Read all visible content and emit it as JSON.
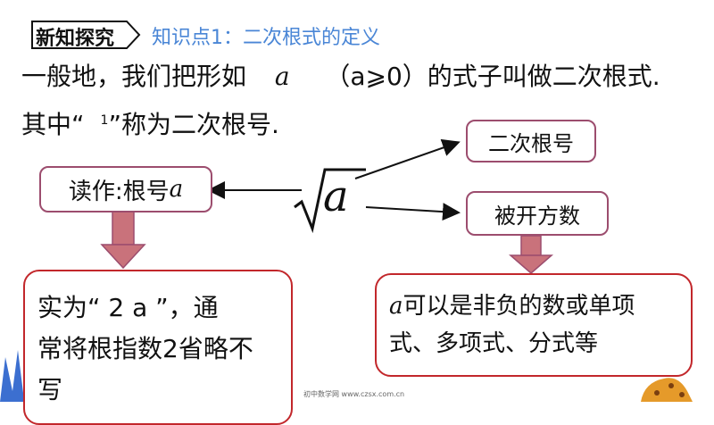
{
  "header": {
    "tag": "新知探究",
    "topic": "知识点1：二次根式的定义"
  },
  "definition": {
    "line1_prefix": "一般地，我们把形如",
    "line1_var": "a",
    "line1_cond": "（a⩾0）的式子叫做二次根式.",
    "line2_prefix": "其中“",
    "line2_gap_mark": "1",
    "line2_suffix": "”称为二次根号."
  },
  "diagram": {
    "center_symbol": "a",
    "right_top_box": "二次根号",
    "right_bottom_box": "被开方数",
    "left_box_prefix": "读作:根号",
    "left_box_var": "a"
  },
  "notes": {
    "left_line1": "实为“  2 a ”，通",
    "left_line2": "常将根指数2省略不",
    "left_line3": "写",
    "right_prefix_var": "a",
    "right_line1": "可以是非负的数或单项",
    "right_line2": "式、多项式、分式等"
  },
  "footer": {
    "credit": "初中数学网 www.czsx.com.cn"
  },
  "colors": {
    "topic": "#4a86d6",
    "box_border": "#9c4d6e",
    "note_border": "#c2272b",
    "arrow_fill": "#c9727b"
  }
}
